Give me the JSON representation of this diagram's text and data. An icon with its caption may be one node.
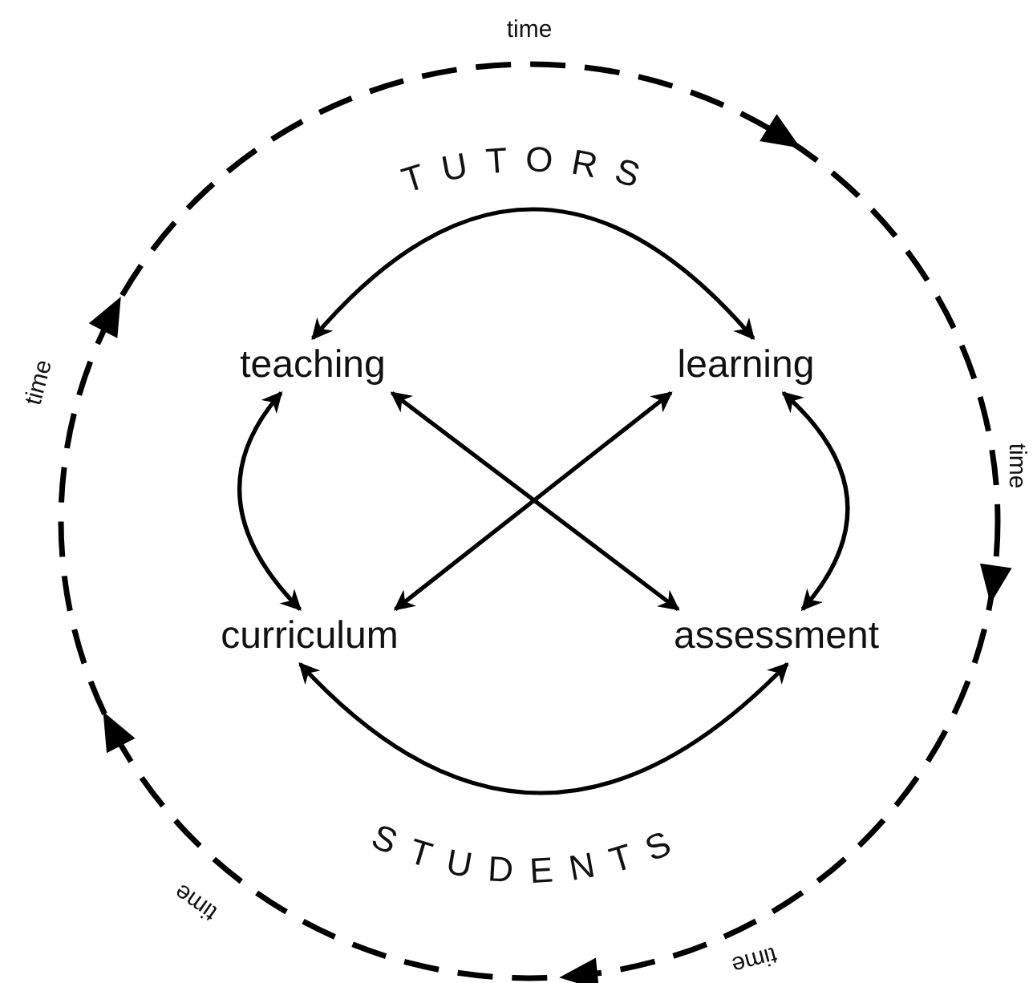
{
  "diagram": {
    "nodes": [
      {
        "text": [
          "teaching"
        ]
      },
      {
        "text": [
          "learning"
        ]
      },
      {
        "text": [
          "curriculum"
        ]
      },
      {
        "text": [
          "assessment"
        ]
      }
    ],
    "edges": [
      {
        "from": 0,
        "to": 1,
        "arrow": "both"
      },
      {
        "from": 0,
        "to": 2,
        "arrow": "both"
      },
      {
        "from": 1,
        "to": 3,
        "arrow": "both"
      },
      {
        "from": 0,
        "to": 3,
        "arrow": "both"
      },
      {
        "from": 1,
        "to": 2,
        "arrow": "both"
      },
      {
        "from": 2,
        "to": 3,
        "arrow": "both"
      }
    ],
    "labels": [
      "time",
      "TUTORS",
      "time",
      "time",
      "STUDENTS",
      "time",
      "time"
    ]
  }
}
